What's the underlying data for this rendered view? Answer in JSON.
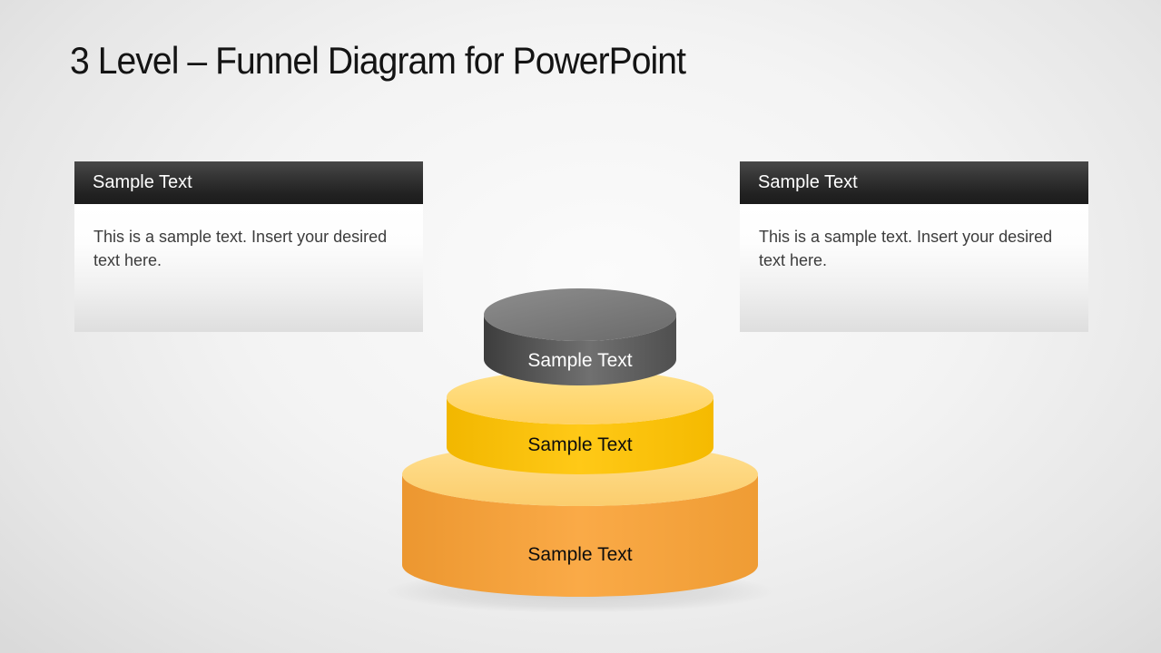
{
  "title": "3 Level – Funnel Diagram for PowerPoint",
  "callouts": {
    "left": {
      "header": "Sample Text",
      "body": "This is a sample text. Insert your desired text here."
    },
    "right": {
      "header": "Sample Text",
      "body": "This is a sample text. Insert your desired text here."
    }
  },
  "funnel": {
    "levels": [
      {
        "position": "top",
        "label": "Sample Text",
        "side_color": "#5f5f5f",
        "top_color": "#7f7f7f",
        "label_color": "#ffffff"
      },
      {
        "position": "middle",
        "label": "Sample Text",
        "side_color": "#ffc40c",
        "top_color": "#ffd974",
        "label_color": "#000000"
      },
      {
        "position": "bottom",
        "label": "Sample Text",
        "side_color": "#f6a13b",
        "top_color": "#ffd87e",
        "label_color": "#000000"
      }
    ]
  },
  "colors": {
    "background_edge": "#dadada",
    "background_center": "#fbfbfb",
    "callout_header_bg": "#2b2b2b",
    "callout_header_text": "#ffffff",
    "callout_body_text": "#3c3c3c",
    "title_text": "#141414"
  }
}
